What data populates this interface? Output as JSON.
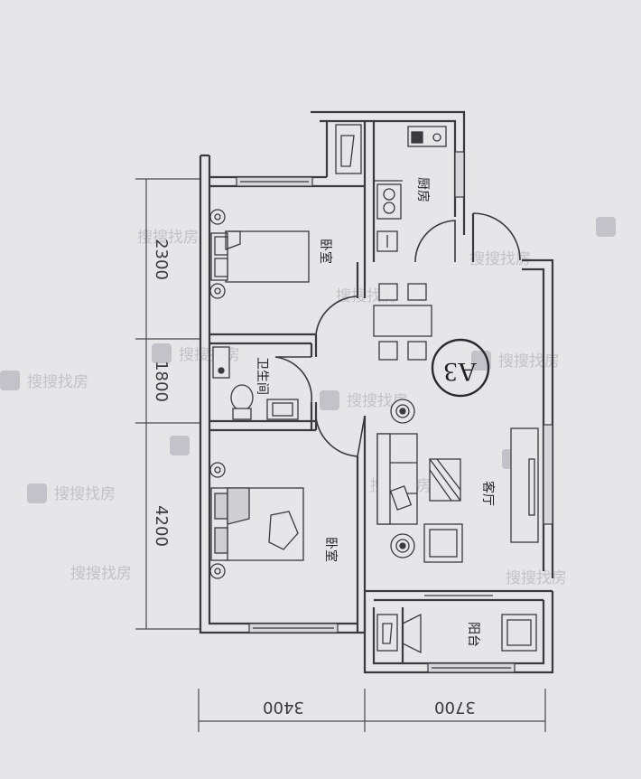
{
  "plan": {
    "unit_label": "A3",
    "rooms": {
      "kitchen": "厨房",
      "bedroom_top": "卧室",
      "bathroom": "卫生间",
      "living": "客厅",
      "bedroom_bottom": "卧室",
      "balcony": "阳台"
    },
    "dimensions": {
      "left_top": "2300",
      "left_middle": "1800",
      "left_bottom": "4200",
      "bottom_left": "3400",
      "bottom_right": "3700"
    },
    "watermark": "搜搜找房"
  },
  "colors": {
    "paper": "#e6e5e8",
    "wall": "#3a3a3e",
    "line": "#4a4a50",
    "watermark": "#c3c2c8"
  }
}
